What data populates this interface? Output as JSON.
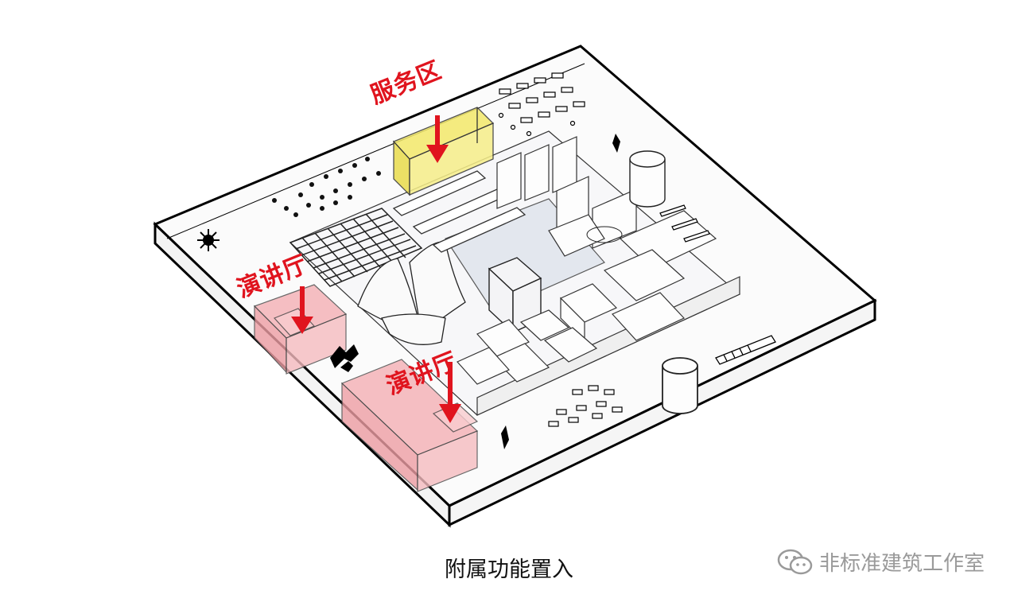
{
  "labels": {
    "service": "服务区",
    "lecture_left": "演讲厅",
    "lecture_front": "演讲厅"
  },
  "caption": "附属功能置入",
  "watermark": {
    "text": "非标准建筑工作室",
    "icon": "wechat-icon"
  },
  "colors": {
    "service_zone": "#f3e96a",
    "lecture_zone": "#f29aa0",
    "arrow": "#e0141e",
    "line": "#000000"
  }
}
